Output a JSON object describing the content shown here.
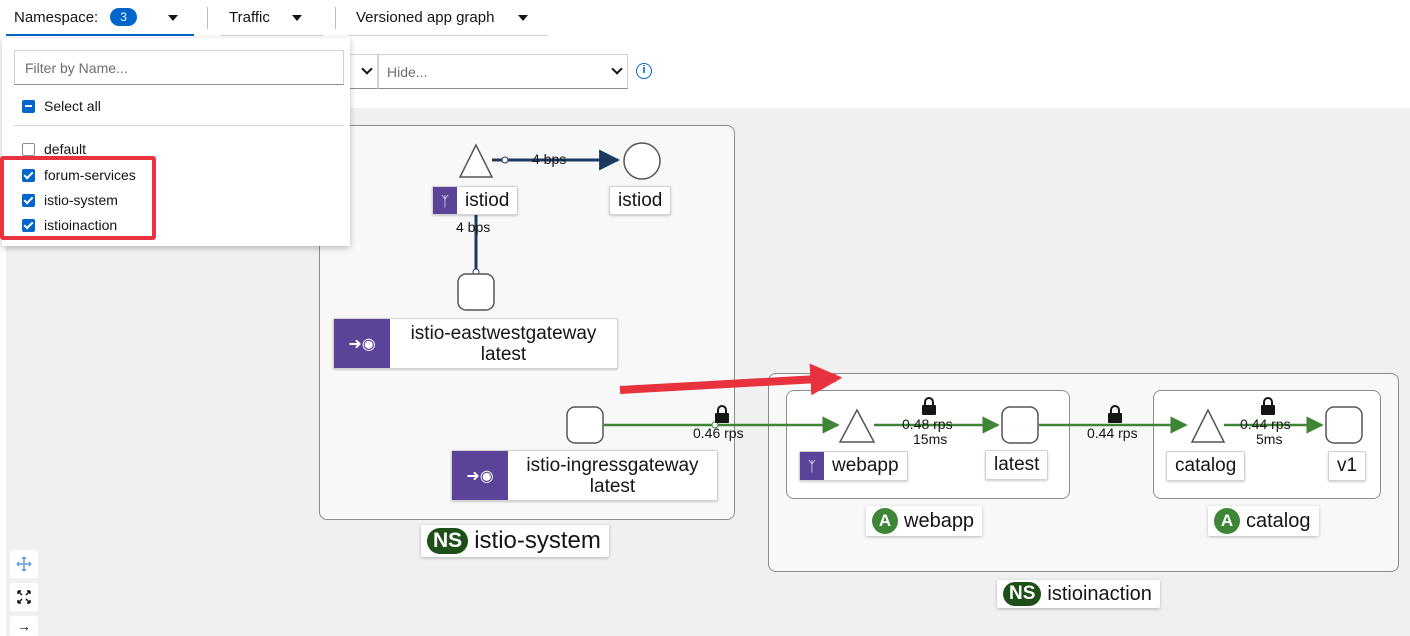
{
  "toolbar": {
    "namespace_label": "Namespace:",
    "namespace_count": "3",
    "traffic_label": "Traffic",
    "graph_type": "Versioned app graph"
  },
  "filters": {
    "hide_placeholder": "Hide..."
  },
  "namespace_dropdown": {
    "filter_placeholder": "Filter by Name...",
    "select_all": "Select all",
    "items": [
      {
        "label": "default",
        "checked": false
      },
      {
        "label": "forum-services",
        "checked": true
      },
      {
        "label": "istio-system",
        "checked": true
      },
      {
        "label": "istioinaction",
        "checked": true
      }
    ]
  },
  "graph": {
    "namespaces": [
      {
        "name": "istio-system",
        "badge": "NS"
      },
      {
        "name": "istioinaction",
        "badge": "NS"
      }
    ],
    "apps": [
      {
        "name": "webapp",
        "badge": "A"
      },
      {
        "name": "catalog",
        "badge": "A"
      }
    ],
    "nodes": {
      "istiod_service": "istiod",
      "istiod_workload": "istiod",
      "eastwest_name": "istio-eastwestgateway",
      "eastwest_version": "latest",
      "ingress_name": "istio-ingressgateway",
      "ingress_version": "latest",
      "webapp_service": "webapp",
      "webapp_version": "latest",
      "catalog_service": "catalog",
      "catalog_version": "v1"
    },
    "edges": {
      "istiod_top": "4 bps",
      "istiod_bottom": "4 bps",
      "ingress_to_webapp": "0.46 rps",
      "webapp_rps": "0.48 rps",
      "webapp_latency": "15ms",
      "webapp_to_catalog": "0.44 rps",
      "catalog_rps": "0.44 rps",
      "catalog_latency": "5ms"
    }
  },
  "colors": {
    "accent": "#0066cc",
    "highlight": "#e8323f",
    "edge_green": "#3e8635",
    "edge_navy": "#1c3a5e",
    "node_purple": "#5b4399"
  }
}
